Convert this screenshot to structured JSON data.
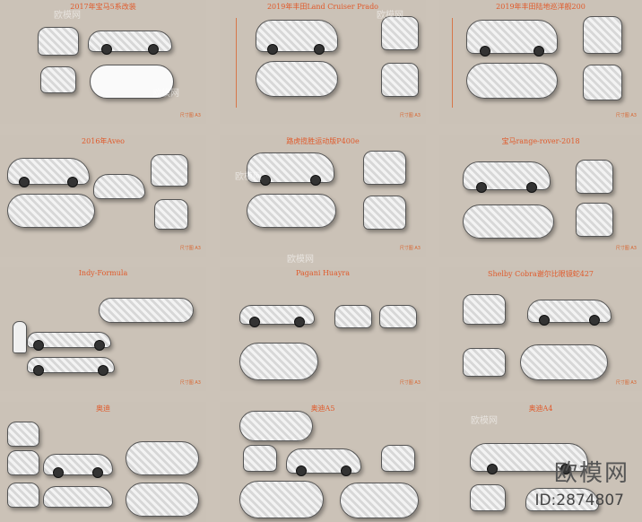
{
  "panels": [
    {
      "title": "2017年宝马5系改装",
      "stamp": "尺寸图 A3"
    },
    {
      "title": "2019年丰田Land Cruiser Prado",
      "stamp": "尺寸图 A3"
    },
    {
      "title": "2019年丰田陆地巡洋舰200",
      "stamp": "尺寸图 A3"
    },
    {
      "title": "2016年Aveo",
      "stamp": "尺寸图 A3"
    },
    {
      "title": "路虎揽胜运动版P400e",
      "stamp": "尺寸图 A3"
    },
    {
      "title": "宝马range-rover-2018",
      "stamp": "尺寸图 A3"
    },
    {
      "title": "Indy-Formula",
      "stamp": "尺寸图 A3"
    },
    {
      "title": "Pagani Huayra",
      "stamp": "尺寸图 A3"
    },
    {
      "title": "Shelby Cobra谢尔比眼镜蛇427",
      "stamp": "尺寸图 A3"
    },
    {
      "title": "奥迪",
      "stamp": ""
    },
    {
      "title": "奥迪A5",
      "stamp": ""
    },
    {
      "title": "奥迪A4",
      "stamp": ""
    }
  ],
  "watermark": {
    "small": "欧模网",
    "brand": "欧模网",
    "id": "ID:2874807"
  }
}
